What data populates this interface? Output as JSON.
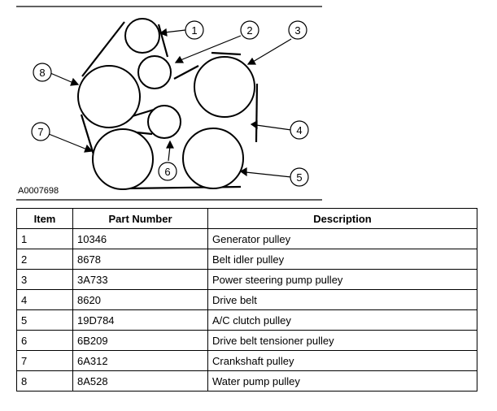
{
  "figure": {
    "id": "A0007698",
    "callouts": [
      "1",
      "2",
      "3",
      "4",
      "5",
      "6",
      "7",
      "8"
    ]
  },
  "table": {
    "headers": {
      "item": "Item",
      "part_number": "Part Number",
      "description": "Description"
    },
    "rows": [
      {
        "item": "1",
        "part_number": "10346",
        "description": "Generator pulley"
      },
      {
        "item": "2",
        "part_number": "8678",
        "description": "Belt idler pulley"
      },
      {
        "item": "3",
        "part_number": "3A733",
        "description": "Power steering pump pulley"
      },
      {
        "item": "4",
        "part_number": "8620",
        "description": "Drive belt"
      },
      {
        "item": "5",
        "part_number": "19D784",
        "description": "A/C clutch pulley"
      },
      {
        "item": "6",
        "part_number": "6B209",
        "description": "Drive belt tensioner pulley"
      },
      {
        "item": "7",
        "part_number": "6A312",
        "description": "Crankshaft pulley"
      },
      {
        "item": "8",
        "part_number": "8A528",
        "description": "Water pump pulley"
      }
    ]
  },
  "colors": {
    "line": "#000000",
    "background": "#ffffff"
  }
}
